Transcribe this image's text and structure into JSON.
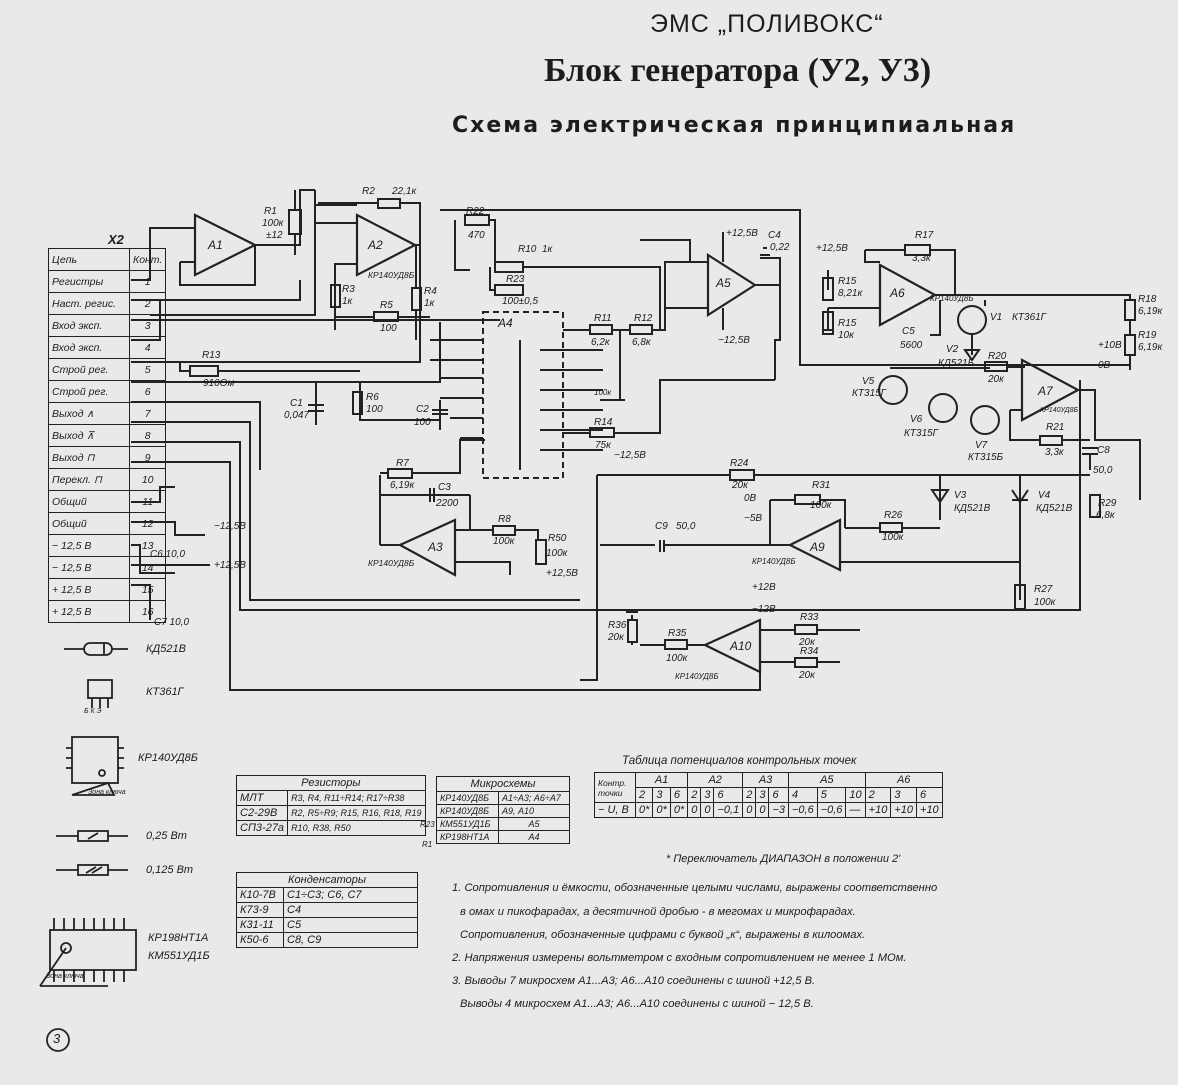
{
  "header": {
    "brand": "ЭМС „ПОЛИВОКС“",
    "title": "Блок генератора (У2, У3)",
    "subtitle": "Схема электрическая принципиальная"
  },
  "connector": {
    "name": "X2",
    "col_circuit": "Цепь",
    "col_contact": "Конт.",
    "rows": [
      {
        "circuit": "Регистры",
        "pin": "1"
      },
      {
        "circuit": "Наст. регис.",
        "pin": "2"
      },
      {
        "circuit": "Вход эксп.",
        "pin": "3"
      },
      {
        "circuit": "Вход эксп.",
        "pin": "4"
      },
      {
        "circuit": "Строй рег.",
        "pin": "5"
      },
      {
        "circuit": "Строй рег.",
        "pin": "6"
      },
      {
        "circuit": "Выход ∧",
        "pin": "7"
      },
      {
        "circuit": "Выход ⊼",
        "pin": "8"
      },
      {
        "circuit": "Выход ⊓",
        "pin": "9"
      },
      {
        "circuit": "Перекл. ⊓",
        "pin": "10"
      },
      {
        "circuit": "Общий",
        "pin": "11"
      },
      {
        "circuit": "Общий",
        "pin": "12"
      },
      {
        "circuit": "− 12,5 В",
        "pin": "13"
      },
      {
        "circuit": "− 12,5 В",
        "pin": "14"
      },
      {
        "circuit": "+ 12,5 В",
        "pin": "15"
      },
      {
        "circuit": "+ 12,5 В",
        "pin": "16"
      }
    ]
  },
  "components": {
    "A1": "А1",
    "A2": "А2",
    "A2_type": "КР140УД8Б",
    "A3": "А3",
    "A3_type": "КР140УД8Б",
    "A4": "А4",
    "A5": "А5",
    "A6": "А6",
    "A6_type": "КР140УД8Б",
    "A7": "А7",
    "A7_type": "КР140УД8Б",
    "A9": "А9",
    "A9_type": "КР140УД8Б",
    "A10": "А10",
    "A10_type": "КР140УД8Б",
    "R1": "R1",
    "R1_val": "100к",
    "R1_tol": "±12",
    "R2": "R2",
    "R2_val": "22,1к",
    "R3": "R3",
    "R3_val": "1к",
    "R4": "R4",
    "R4_val": "1к",
    "R5": "R5",
    "R5_val": "100",
    "R6": "R6",
    "R6_val": "100",
    "R7": "R7",
    "R7_val": "6,19к",
    "R8": "R8",
    "R8_val": "100к",
    "R10": "R10",
    "R10_val": "1к",
    "R11": "R11",
    "R11_val": "6,2к",
    "R12": "R12",
    "R12_val": "6,8к",
    "R13": "R13",
    "R13_val": "910Ом",
    "R14": "R14",
    "R14_val": "75к",
    "R15a": "R15",
    "R15a_val": "8,21к",
    "R15b": "R15",
    "R15b_val": "10к",
    "R17": "R17",
    "R17_val": "3,3к",
    "R18": "R18",
    "R18_val": "6,19к",
    "R19": "R19",
    "R19_val": "6,19к",
    "R20": "R20",
    "R20_val": "20к",
    "R21": "R21",
    "R21_val": "3,3к",
    "R22": "R22",
    "R22_val": "470",
    "R23": "R23",
    "R23_val": "100±0,5",
    "R24": "R24",
    "R24_val": "20к",
    "R26": "R26",
    "R26_val": "100к",
    "R27": "R27",
    "R27_val": "100к",
    "R29": "R29",
    "R29_val": "6,8к",
    "R31": "R31",
    "R31_val": "100к",
    "R33": "R33",
    "R33_val": "20к",
    "R34": "R34",
    "R34_val": "20к",
    "R35": "R35",
    "R35_val": "100к",
    "R36": "R36",
    "R36_val": "20к",
    "R50": "R50",
    "R50_val": "100к",
    "R_100k": "100к",
    "C1": "C1",
    "C1_val": "0,047",
    "C2": "C2",
    "C2_val": "100",
    "C3": "C3",
    "C3_val": "2200",
    "C4": "C4",
    "C4_val": "0,22",
    "C5": "C5",
    "C5_val": "5600",
    "C6": "C6 10,0",
    "C7": "C7 10,0",
    "C8": "C8",
    "C8_val": "50,0",
    "C9": "C9",
    "C9_val": "50,0",
    "V1": "V1",
    "V1_type": "КТ361Г",
    "V2": "V2",
    "V2_type": "КД521Б",
    "V3": "V3",
    "V3_type": "КД521В",
    "V4": "V4",
    "V4_type": "КД521В",
    "V5": "V5",
    "V5_type": "КТ315Г",
    "V6": "V6",
    "V6_type": "КТ315Г",
    "V7": "V7",
    "V7_type": "КТ315Б",
    "plus125": "+12,5В",
    "minus125": "−12,5В",
    "plus125b": "+12,5В",
    "minus125b": "−12,5В",
    "plus10": "+10В",
    "zero": "0В",
    "minus5": "−5В",
    "zero2": "0В",
    "plus12": "+12В",
    "minus12": "−12В"
  },
  "legend": {
    "diode": "КД521В",
    "transistor": "КТ361Г",
    "transistor_pins": "Б К Э",
    "opamp": "КР140УД8Б",
    "key_zone": "Зона ключа",
    "res_025": "0,25 Вт",
    "res_0125": "0,125 Вт",
    "dip1": "КР198НТ1А",
    "dip2": "КМ551УД1Б",
    "key_zone2": "Зона ключа",
    "page": "3"
  },
  "resistors_table": {
    "title": "Резисторы",
    "rows": [
      {
        "type": "МЛТ",
        "items": "R3, R4, R11÷R14; R17÷R38"
      },
      {
        "type": "С2-29В",
        "items": "R2, R5÷R9; R15, R16, R18, R19"
      },
      {
        "type": "СП3-27а",
        "items": "R10, R38, R50"
      }
    ],
    "side_labels": [
      "R23",
      "R1"
    ]
  },
  "ic_table": {
    "title": "Микросхемы",
    "rows": [
      {
        "type": "КР140УД8Б",
        "items": "А1÷А3; А6÷А7"
      },
      {
        "type": "КР140УД8Б",
        "items": "А9, А10"
      },
      {
        "type": "КМ551УД1Б",
        "items": "А5"
      },
      {
        "type": "КР198НТ1А",
        "items": "А4"
      }
    ]
  },
  "capacitors_table": {
    "title": "Конденсаторы",
    "rows": [
      {
        "type": "К10-7В",
        "items": "C1÷C3; C6, C7"
      },
      {
        "type": "К73-9",
        "items": "C4"
      },
      {
        "type": "К31-11",
        "items": "C5"
      },
      {
        "type": "К50-6",
        "items": "C8, C9"
      }
    ]
  },
  "potentials_table": {
    "title": "Таблица потенциалов контрольных точек",
    "row_header": "Контр. точки",
    "value_header": "− U, В",
    "groups": [
      {
        "chip": "А1",
        "points": [
          "2",
          "3",
          "6"
        ],
        "values": [
          "0*",
          "0*",
          "0*"
        ]
      },
      {
        "chip": "А2",
        "points": [
          "2",
          "3",
          "6"
        ],
        "values": [
          "0",
          "0",
          "−0,1"
        ]
      },
      {
        "chip": "А3",
        "points": [
          "2",
          "3",
          "6"
        ],
        "values": [
          "0",
          "0",
          "−3"
        ]
      },
      {
        "chip": "А5",
        "points": [
          "4",
          "5",
          "10"
        ],
        "values": [
          "−0,6",
          "−0,6",
          "—"
        ]
      },
      {
        "chip": "А6",
        "points": [
          "2",
          "3",
          "6"
        ],
        "values": [
          "+10",
          "+10",
          "+10"
        ]
      }
    ],
    "footnote": "* Переключатель ДИАПАЗОН в положении 2'"
  },
  "notes": [
    "1. Сопротивления и ёмкости, обозначенные целыми числами, выражены соответственно",
    "в омах и пикофарадах, а десятичной дробью - в мегомах и микрофарадах.",
    "Сопротивления, обозначенные цифрами с буквой „к“, выражены в килоомах.",
    "2. Напряжения измерены вольтметром с входным сопротивлением не менее 1 МОм.",
    "3. Выводы 7 микросхем А1...А3; А6...А10 соединены с шиной +12,5 В.",
    "Выводы 4 микросхем А1...А3; А6...А10 соединены с шиной − 12,5 В."
  ]
}
